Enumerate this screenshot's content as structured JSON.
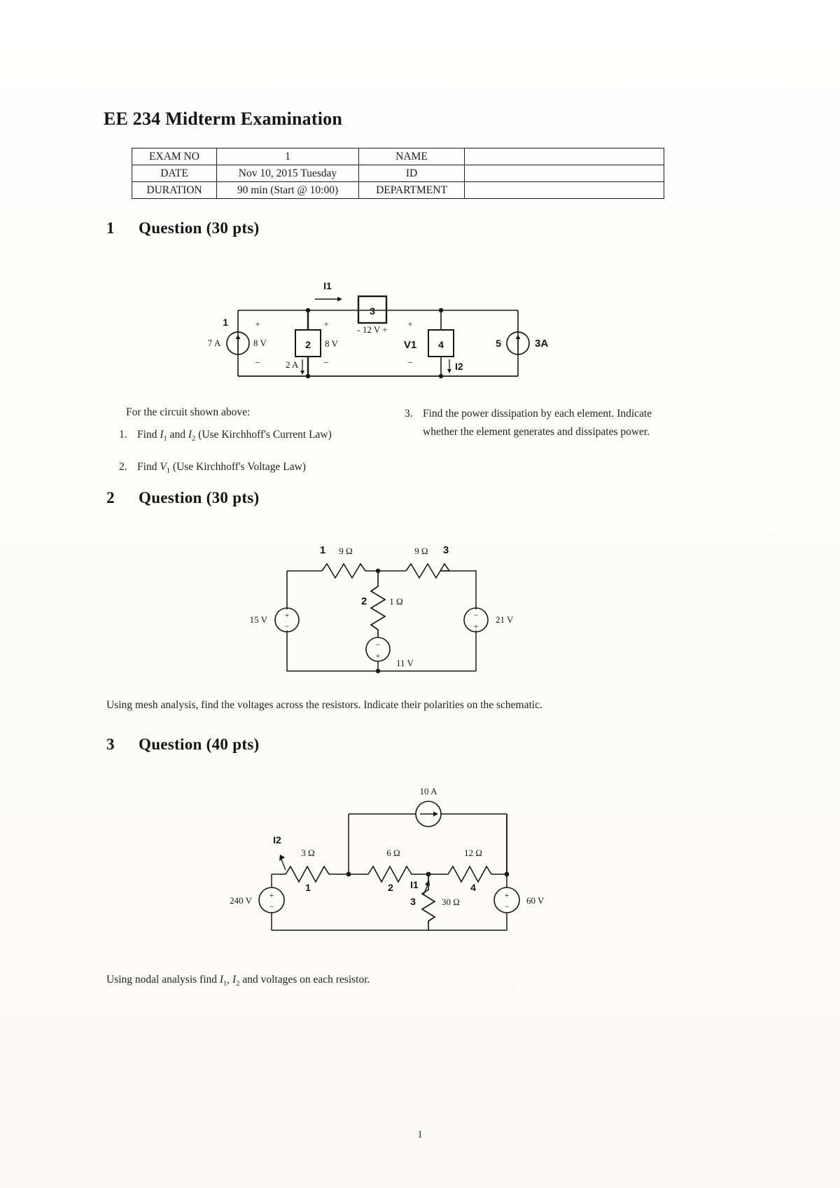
{
  "document": {
    "title": "EE 234 Midterm Examination",
    "page_number": "1"
  },
  "info_table": {
    "rows": [
      {
        "key": "EXAM NO",
        "value": "1",
        "key2": "NAME",
        "value2": ""
      },
      {
        "key": "DATE",
        "value": "Nov 10, 2015 Tuesday",
        "key2": "ID",
        "value2": ""
      },
      {
        "key": "DURATION",
        "value": "90 min (Start @ 10:00)",
        "key2": "DEPARTMENT",
        "value2": ""
      }
    ]
  },
  "questions": [
    {
      "number": "1",
      "title": "Question (30 pts)",
      "intro": "For the circuit shown above:",
      "items": [
        {
          "n": "1.",
          "text_pre": "Find ",
          "sym1": "I",
          "sub1": "1",
          "mid": " and ",
          "sym2": "I",
          "sub2": "2",
          "text_post": " (Use Kirchhoff's Current Law)"
        },
        {
          "n": "2.",
          "text_pre": "Find ",
          "sym1": "V",
          "sub1": "1",
          "mid": "",
          "sym2": "",
          "sub2": "",
          "text_post": " (Use Kirchhoff's Voltage Law)"
        }
      ],
      "right_item": {
        "n": "3.",
        "line1": "Find the power dissipation by each element.",
        "line2": "Indicate whether the element generates and",
        "line3": "dissipates power."
      }
    },
    {
      "number": "2",
      "title": "Question (30 pts)",
      "caption": "Using mesh analysis, find the voltages across the resistors. Indicate their polarities on the schematic."
    },
    {
      "number": "3",
      "title": "Question (40 pts)",
      "caption_pre": "Using nodal analysis find ",
      "caption_sym1": "I",
      "caption_sub1": "1",
      "caption_mid": ", ",
      "caption_sym2": "I",
      "caption_sub2": "2",
      "caption_post": " and voltages on each resistor."
    }
  ],
  "circuit1": {
    "element_numbers": {
      "e1": "1",
      "e2": "2",
      "e3": "3",
      "e4": "4",
      "e5": "5"
    },
    "source_left": {
      "current": "7 A",
      "voltage": "8 V"
    },
    "element2": {
      "voltage": "8 V",
      "current": "2 A"
    },
    "element3": {
      "voltage": "- 12 V +"
    },
    "element4": {
      "label": "V1",
      "current": "I2"
    },
    "source_right": {
      "current": "3A"
    },
    "current_top": "I1",
    "polarity_plus": "+",
    "polarity_minus": "−"
  },
  "circuit2": {
    "r1": {
      "id": "1",
      "value": "9 Ω"
    },
    "r2": {
      "id": "2",
      "value": "1 Ω"
    },
    "r3": {
      "id": "3",
      "value": "9 Ω"
    },
    "v_left": "15 V",
    "v_mid": "11 V",
    "v_right": "21 V"
  },
  "circuit3": {
    "current_source": "10 A",
    "label_i2": "I2",
    "label_i1": "I1",
    "r3": {
      "value": "3 Ω",
      "id": "1"
    },
    "r6": {
      "value": "6 Ω",
      "id": "2"
    },
    "r12": {
      "value": "12 Ω",
      "id": "4"
    },
    "r30": {
      "value": "30 Ω",
      "id": "3"
    },
    "v_left": "240 V",
    "v_right": "60 V"
  }
}
